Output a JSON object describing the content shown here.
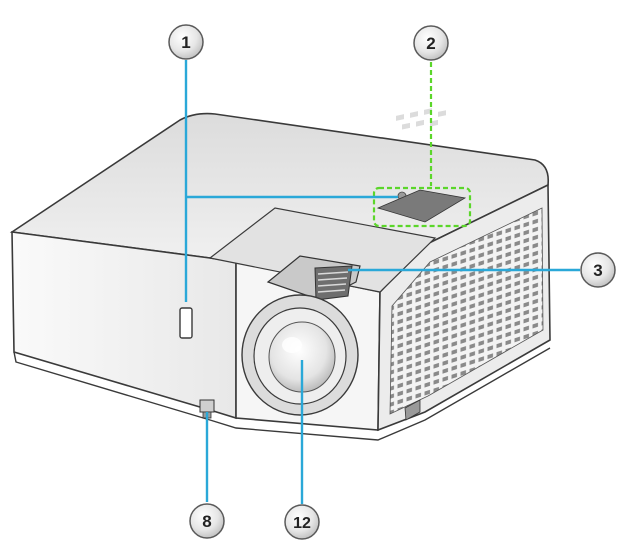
{
  "diagram": {
    "subject": "projector",
    "callouts": [
      {
        "id": "c1",
        "label": "1"
      },
      {
        "id": "c2",
        "label": "2"
      },
      {
        "id": "c3",
        "label": "3"
      },
      {
        "id": "c8",
        "label": "8"
      },
      {
        "id": "c12",
        "label": "12"
      }
    ],
    "colors": {
      "leader_line": "#2aa8d8",
      "keypad_highlight": "#5bd62a",
      "outline": "#3a3a3a",
      "callout_fill": "#e9e9e9"
    }
  }
}
